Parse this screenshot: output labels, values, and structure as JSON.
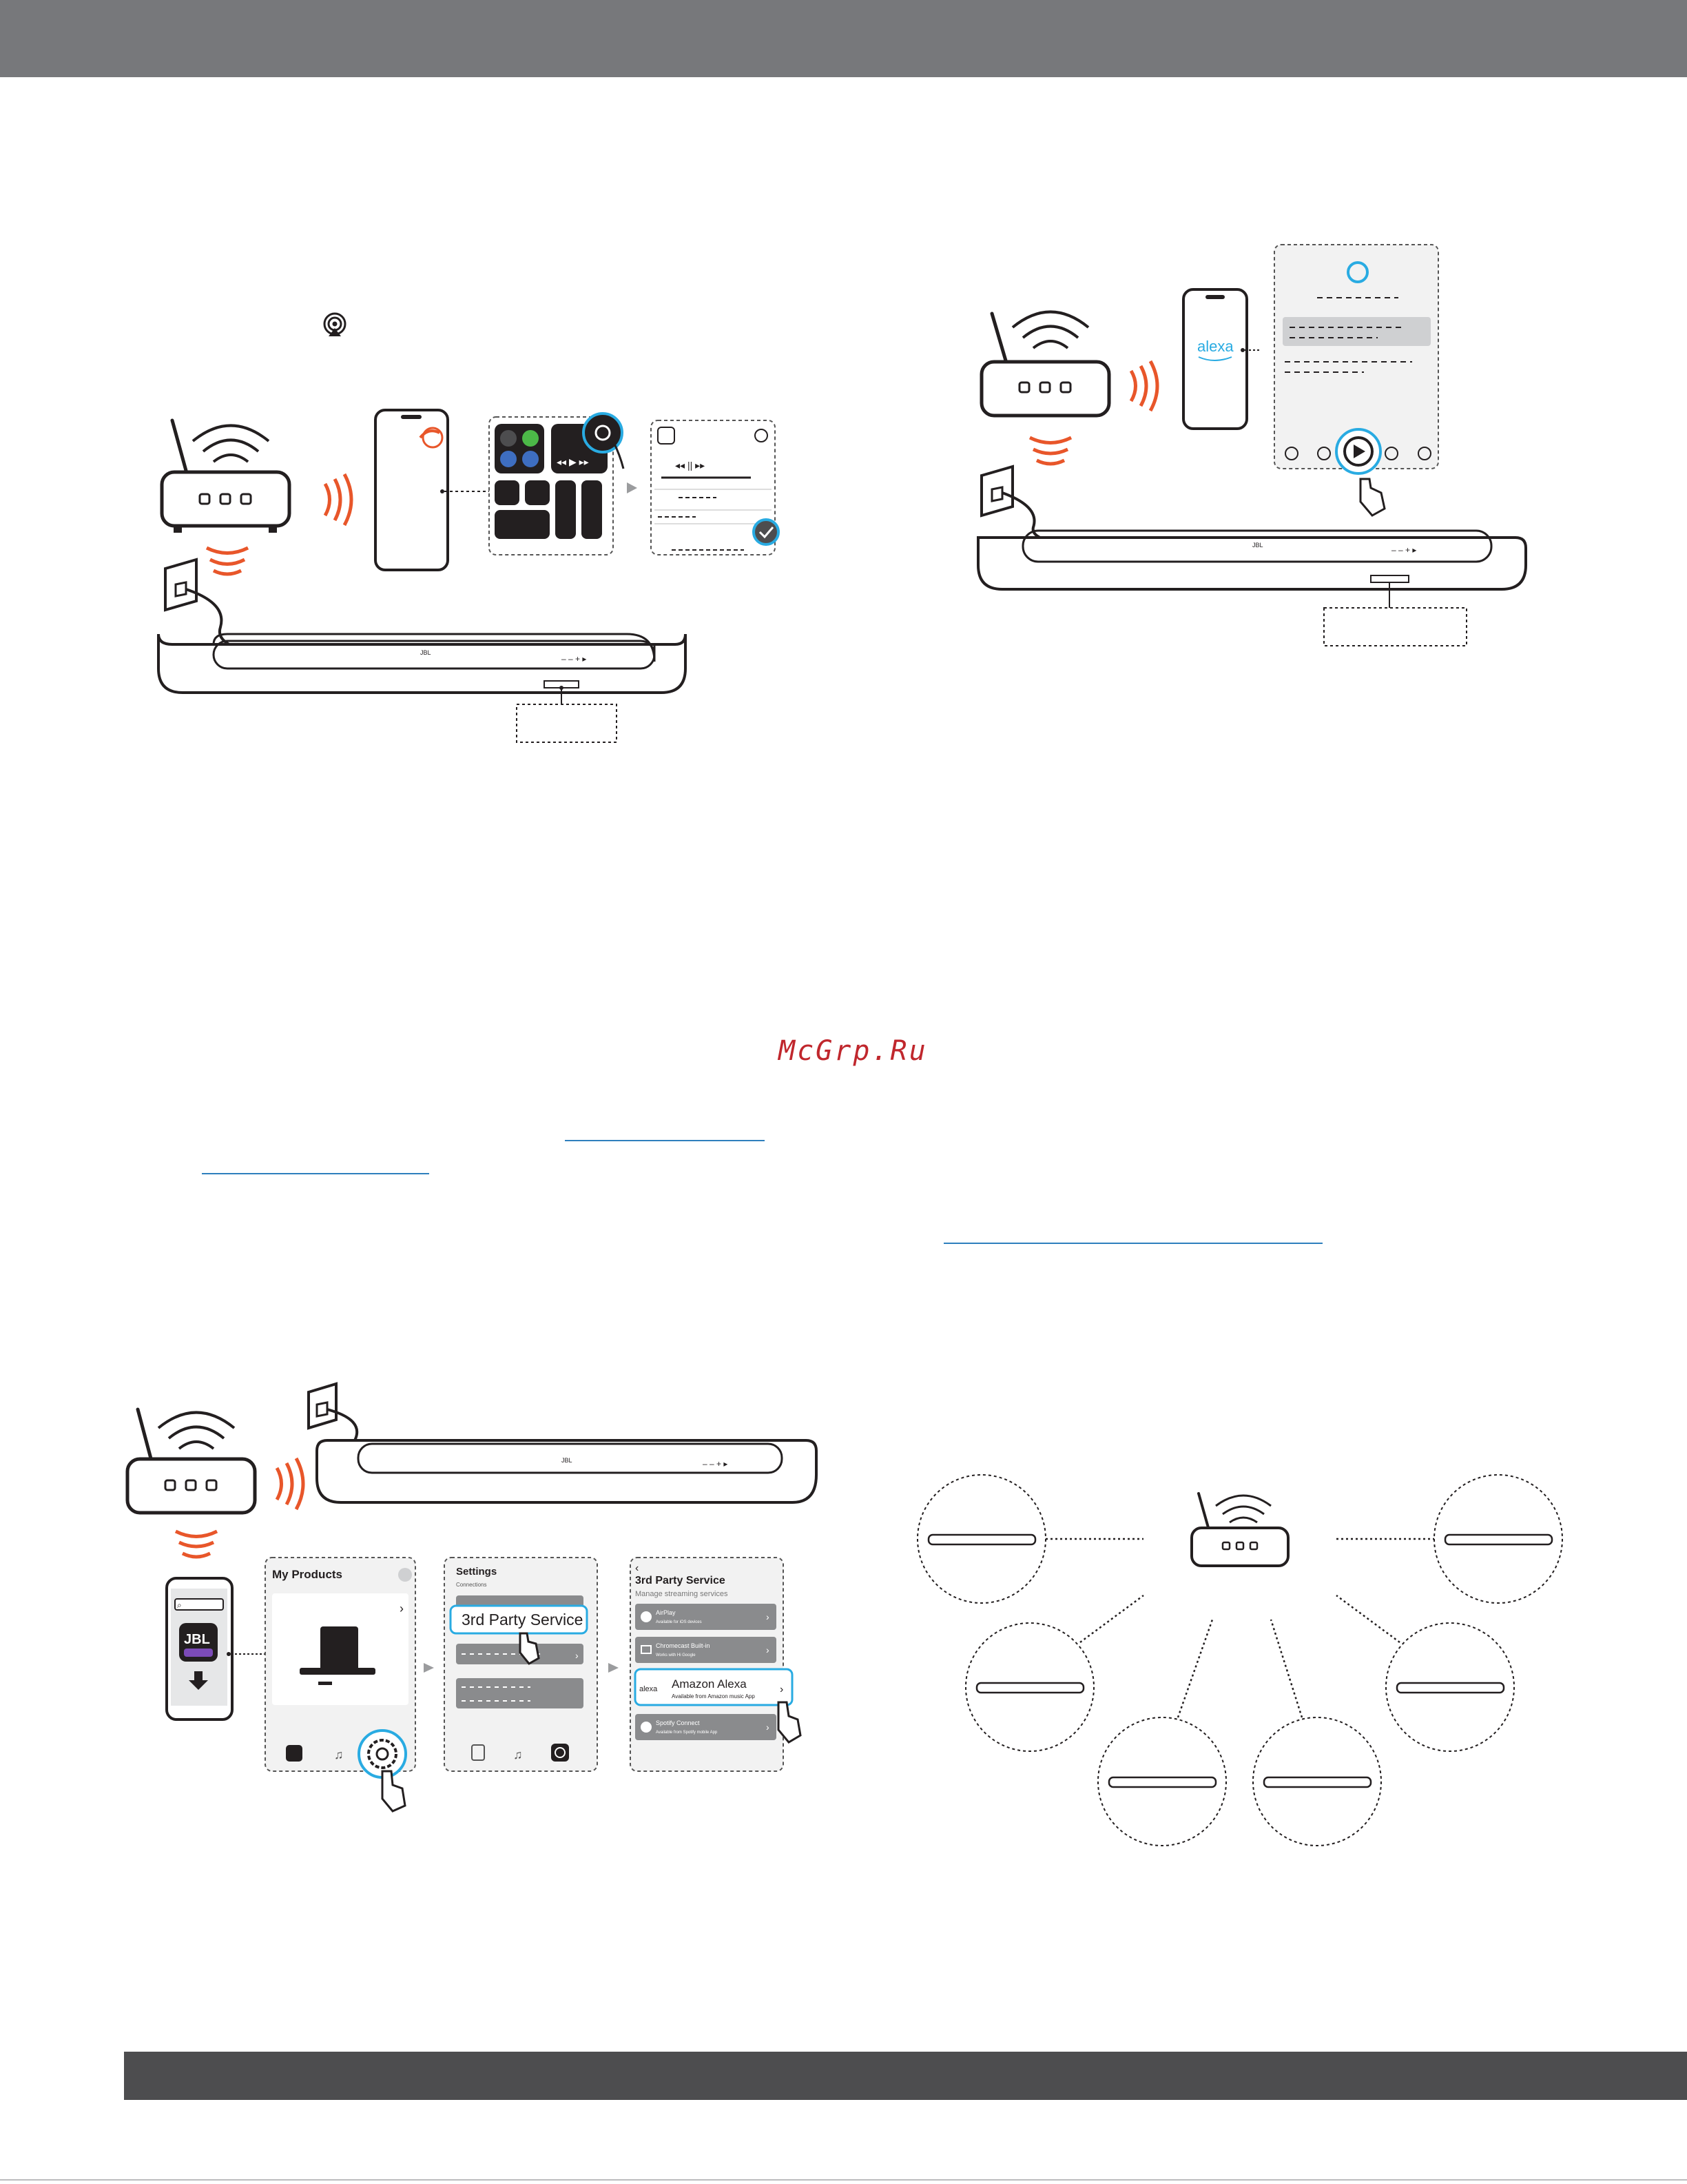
{
  "watermark": "McGrp.Ru",
  "figure1": {
    "soundbar_brand": "JBL"
  },
  "figure2": {
    "soundbar_brand": "JBL",
    "alexa_logo_text": "alexa"
  },
  "figure3": {
    "soundbar_brand": "JBL",
    "app_logo_text": "JBL",
    "panel1": {
      "title": "My Products"
    },
    "panel2": {
      "title": "Settings",
      "subtitle": "Connections",
      "highlight": "3rd Party Service"
    },
    "panel3": {
      "title": "3rd Party Service",
      "subtitle": "Manage streaming services",
      "items": [
        {
          "name": "AirPlay",
          "desc": "Available for iOS devices"
        },
        {
          "name": "Chromecast Built-in",
          "desc": "Works with Hi Google"
        },
        {
          "name": "Amazon Alexa",
          "desc": "Available from Amazon music App"
        },
        {
          "name": "Spotify Connect",
          "desc": "Available from Spotify mobile App"
        }
      ]
    }
  },
  "colors": {
    "accent_orange": "#e8562a",
    "highlight_blue": "#29abe2",
    "link_blue": "#2e7fbd",
    "header_gray": "#77787b",
    "footer_gray": "#4d4d4f",
    "watermark_red": "#c0272d"
  }
}
